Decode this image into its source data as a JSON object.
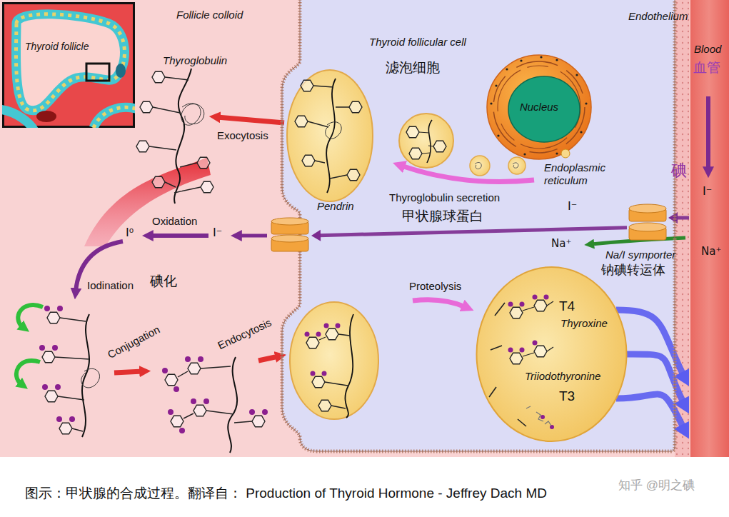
{
  "diagram": {
    "caption": "图示：甲状腺的合成过程。翻译自： Production of Thyroid Hormone - Jeffrey Dach MD",
    "nodes": [
      {
        "text": [
          "Thyroid follicle"
        ]
      },
      {
        "text": [
          "Thyroid follicular cell",
          "滤泡细胞"
        ]
      },
      {
        "text": [
          "Nucleus"
        ],
        "in": 1
      },
      {
        "text": [
          "T4",
          "Thyroxine",
          "Triiodothyronine",
          "T3"
        ],
        "in": 1
      },
      {
        "text": [
          "Pendrin"
        ]
      },
      {
        "text": [
          "Na/I symporter",
          "钠碘转运体"
        ]
      },
      {
        "text": [
          "Blood",
          "血管"
        ]
      }
    ],
    "edges": [
      {
        "from": 6,
        "to": 5,
        "arrow": "to"
      },
      {
        "from": 5,
        "to": 4,
        "arrow": "to"
      },
      {
        "from": 3,
        "to": 6,
        "arrow": "to"
      },
      {
        "from": 3,
        "to": 6,
        "arrow": "to"
      },
      {
        "from": 3,
        "to": 6,
        "arrow": "to"
      }
    ],
    "labels": [
      "Follicle colloid",
      "Endothelium",
      "Thyroglobulin",
      "Exocytosis",
      "Endoplasmic reticulum",
      "碘",
      "I⁻",
      "I⁻",
      "Thyroglobulin secretion",
      "甲状腺球蛋白",
      "Oxidation",
      "I⁰",
      "I⁻",
      "Na⁺",
      "Na⁺",
      "Iodination",
      "碘化",
      "Conjugation",
      "Endocytosis",
      "Proteolysis",
      "知乎 @明之碘"
    ]
  }
}
